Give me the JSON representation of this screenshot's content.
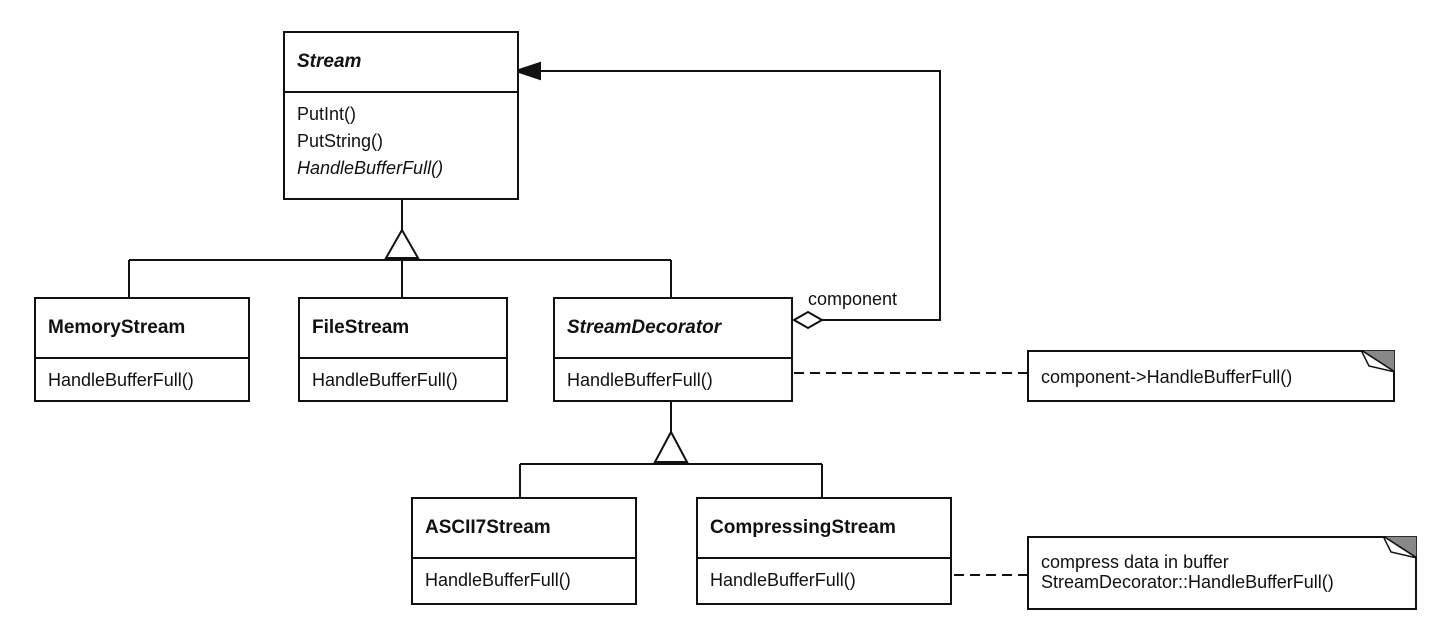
{
  "classes": {
    "stream": {
      "name": "Stream",
      "ops": [
        "PutInt()",
        "PutString()",
        "HandleBufferFull()"
      ]
    },
    "memory_stream": {
      "name": "MemoryStream",
      "ops": [
        "HandleBufferFull()"
      ]
    },
    "file_stream": {
      "name": "FileStream",
      "ops": [
        "HandleBufferFull()"
      ]
    },
    "stream_decorator": {
      "name": "StreamDecorator",
      "ops": [
        "HandleBufferFull()"
      ]
    },
    "ascii7_stream": {
      "name": "ASCII7Stream",
      "ops": [
        "HandleBufferFull()"
      ]
    },
    "compressing_stream": {
      "name": "CompressingStream",
      "ops": [
        "HandleBufferFull()"
      ]
    }
  },
  "relations": {
    "component_role": "component"
  },
  "notes": {
    "decorator_note": [
      "component->HandleBufferFull()"
    ],
    "compressing_note": [
      "compress data in buffer",
      "StreamDecorator::HandleBufferFull()"
    ]
  }
}
